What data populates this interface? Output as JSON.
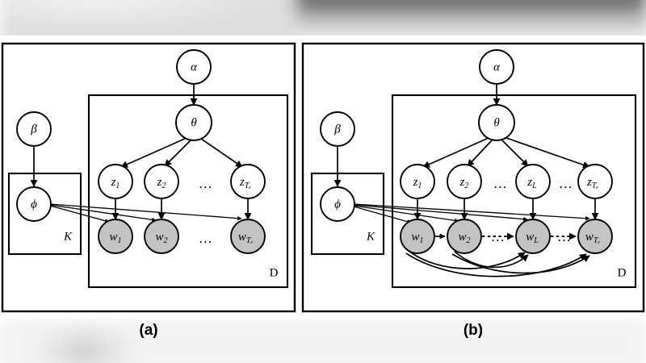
{
  "figure": {
    "type": "probabilistic-graphical-model",
    "background_color": "#ffffff",
    "observed_node_color": "#c3c3c3",
    "latent_node_color": "#ffffff",
    "stroke_color": "#000000",
    "panels": [
      {
        "id": "a",
        "caption": "(a)",
        "plates": [
          {
            "id": "D",
            "label": "D"
          },
          {
            "id": "K",
            "label": "K"
          }
        ],
        "nodes": [
          {
            "id": "alpha",
            "label": "α",
            "sub": "",
            "observed": false
          },
          {
            "id": "beta",
            "label": "β",
            "sub": "",
            "observed": false
          },
          {
            "id": "theta",
            "label": "θ",
            "sub": "",
            "observed": false
          },
          {
            "id": "phi",
            "label": "ϕ",
            "sub": "",
            "observed": false
          },
          {
            "id": "z1",
            "label": "z",
            "sub": "1",
            "observed": false
          },
          {
            "id": "z2",
            "label": "z",
            "sub": "2",
            "observed": false
          },
          {
            "id": "zTd",
            "label": "z",
            "sub": "Tₑ",
            "observed": false
          },
          {
            "id": "w1",
            "label": "w",
            "sub": "1",
            "observed": true
          },
          {
            "id": "w2",
            "label": "w",
            "sub": "2",
            "observed": true
          },
          {
            "id": "wTd",
            "label": "w",
            "sub": "Tₑ",
            "observed": true
          }
        ],
        "ellipses": [
          "…",
          "…"
        ],
        "edges": [
          "alpha->theta",
          "beta->phi",
          "theta->z1",
          "theta->z2",
          "theta->zTd",
          "z1->w1",
          "z2->w2",
          "zTd->wTd",
          "phi->w1",
          "phi->w2",
          "phi->wTd"
        ]
      },
      {
        "id": "b",
        "caption": "(b)",
        "plates": [
          {
            "id": "D",
            "label": "D"
          },
          {
            "id": "K",
            "label": "K"
          }
        ],
        "nodes": [
          {
            "id": "alpha",
            "label": "α",
            "sub": "",
            "observed": false
          },
          {
            "id": "beta",
            "label": "β",
            "sub": "",
            "observed": false
          },
          {
            "id": "theta",
            "label": "θ",
            "sub": "",
            "observed": false
          },
          {
            "id": "phi",
            "label": "ϕ",
            "sub": "",
            "observed": false
          },
          {
            "id": "z1",
            "label": "z",
            "sub": "1",
            "observed": false
          },
          {
            "id": "z2",
            "label": "z",
            "sub": "2",
            "observed": false
          },
          {
            "id": "zL",
            "label": "z",
            "sub": "L",
            "observed": false
          },
          {
            "id": "zTd",
            "label": "z",
            "sub": "Tₑ",
            "observed": false
          },
          {
            "id": "w1",
            "label": "w",
            "sub": "1",
            "observed": true
          },
          {
            "id": "w2",
            "label": "w",
            "sub": "2",
            "observed": true
          },
          {
            "id": "wL",
            "label": "w",
            "sub": "L",
            "observed": true
          },
          {
            "id": "wTd",
            "label": "w",
            "sub": "Tₑ",
            "observed": true
          }
        ],
        "ellipses": [
          "…",
          "…",
          "…",
          "…"
        ],
        "edges": [
          "alpha->theta",
          "beta->phi",
          "theta->z1",
          "theta->z2",
          "theta->zL",
          "theta->zTd",
          "z1->w1",
          "z2->w2",
          "zL->wL",
          "zTd->wTd",
          "phi->w1",
          "phi->w2",
          "phi->wL",
          "phi->wTd",
          "w1->w2",
          "w2->wL",
          "wL->wTd",
          "w1->wL",
          "w1->wTd",
          "w2->wL",
          "w2->wTd"
        ]
      }
    ]
  }
}
